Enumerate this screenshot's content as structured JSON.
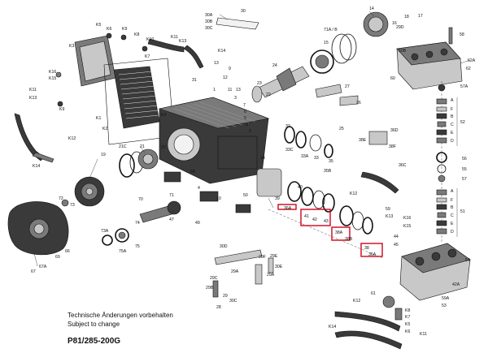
{
  "notes": {
    "de": "Technische Änderungen vorbehalten",
    "en": "Subject to change"
  },
  "model": "P81/285-200G",
  "labels": {
    "k5": "K5",
    "k6": "K6",
    "k9a": "K9",
    "k8": "K8",
    "k10": "K10",
    "k11a": "K11",
    "k13a": "K13",
    "k3": "K3",
    "k16a": "K16",
    "k15": "K15",
    "k7": "K7",
    "k11b": "K11",
    "k13b": "K13",
    "k9b": "K9",
    "k1": "K1",
    "k2": "K2",
    "k4": "K4",
    "k12a": "K12",
    "k14a": "K14",
    "n30": "30",
    "n30a": "30A",
    "n30b": "30B",
    "n30c": "30C",
    "n14": "14",
    "n18": "18",
    "n17": "17",
    "n16": "16",
    "n29d": "29D",
    "n58": "58",
    "n71ab": "71A / B",
    "n15": "15",
    "n50b": "50B",
    "n62a": "62A",
    "n62": "62",
    "n60": "60",
    "n57a": "57A",
    "k14b": "K14",
    "n13a": "13",
    "n9": "9",
    "n31": "31",
    "n12": "12",
    "n24": "24",
    "n23": "23",
    "n1": "1",
    "n11": "11",
    "n13b": "13",
    "n3": "3",
    "n7": "7",
    "n6": "6",
    "n5": "5",
    "n8": "8",
    "n2": "2",
    "n22": "22",
    "n27": "27",
    "n26": "26",
    "n25": "25",
    "n36d": "36D",
    "n38e": "38E",
    "n36c": "36C",
    "n33c": "33C",
    "n32": "32",
    "n33a": "33A",
    "n33": "33",
    "n35": "35",
    "n35b": "35B",
    "n38f": "38F",
    "n19": "19",
    "n21c": "21C",
    "n21": "21",
    "n20": "20",
    "n68": "68",
    "n4": "4",
    "n10": "10",
    "n50": "50",
    "n34": "34",
    "n39": "39",
    "n36a1": "36A",
    "n40": "40",
    "n42": "42",
    "n43": "43",
    "n38a": "38A",
    "n38b": "38B",
    "n36a2": "36A",
    "n38": "38",
    "k12b": "K12",
    "n59": "59",
    "k13c": "K13",
    "k16b": "K16",
    "k15b": "K15",
    "n44": "44",
    "n45": "45",
    "n57": "57",
    "n56": "56",
    "n55": "55",
    "n51": "51",
    "n52": "52",
    "a1": "A",
    "f1": "F",
    "b1": "B",
    "c1": "C",
    "e1": "E",
    "d1": "D",
    "a2": "A",
    "f2": "F",
    "b2": "B",
    "c2": "C",
    "e2": "E",
    "d2": "D",
    "n72": "72",
    "n73": "73",
    "n66": "66",
    "n70": "70",
    "n71": "71",
    "n47": "47",
    "n49": "49",
    "n73a": "73A",
    "n74": "74",
    "n75a": "75A",
    "n75": "75",
    "n67": "67",
    "n67a": "67A",
    "n69": "69",
    "n30d": "30D",
    "n29a1": "29A",
    "n29c": "29C",
    "n29b": "29B",
    "n29": "29",
    "n30c2": "30C",
    "n28": "28",
    "n29a2": "29A",
    "n29f": "29F",
    "n29e": "29E",
    "n30e": "30E",
    "n61": "61",
    "n42a": "42A",
    "n54": "54",
    "n59a": "59A",
    "n53": "53",
    "k8b": "K8",
    "k7b": "K7",
    "k5b": "K5",
    "k6b": "K6",
    "k11c": "K11",
    "k12c": "K12",
    "k14c": "K14",
    "n41": "41"
  }
}
